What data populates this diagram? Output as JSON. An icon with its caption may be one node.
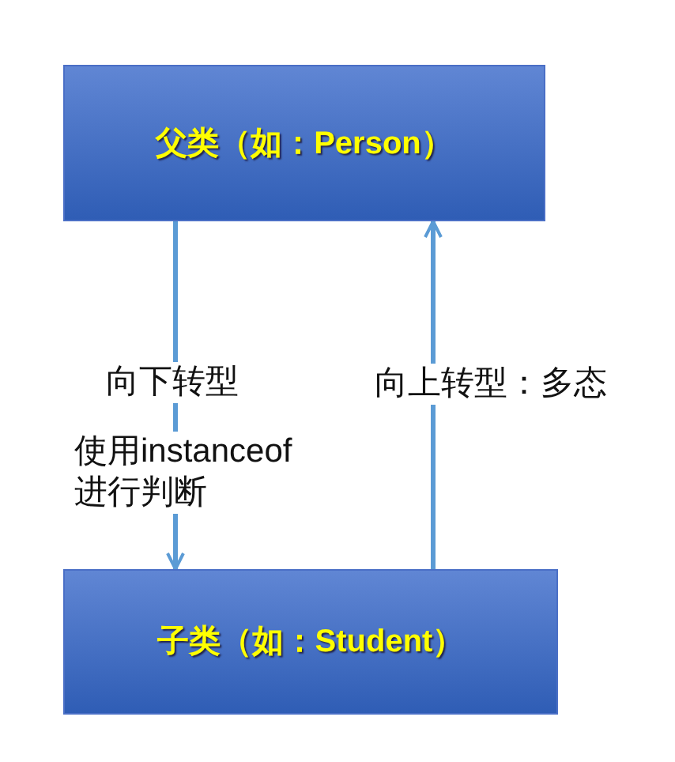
{
  "diagram": {
    "nodes": [
      {
        "text": [
          "父类（如：Person）"
        ]
      },
      {
        "text": [
          "子类（如：Student）"
        ]
      }
    ],
    "edges": [
      {
        "from": 0,
        "to": 1,
        "arrow": "to",
        "label": "向下转型"
      },
      {
        "from": 1,
        "to": 0,
        "arrow": "to",
        "label": "向上转型：多态"
      }
    ],
    "labels": [
      "使用instanceof进行判断"
    ]
  }
}
